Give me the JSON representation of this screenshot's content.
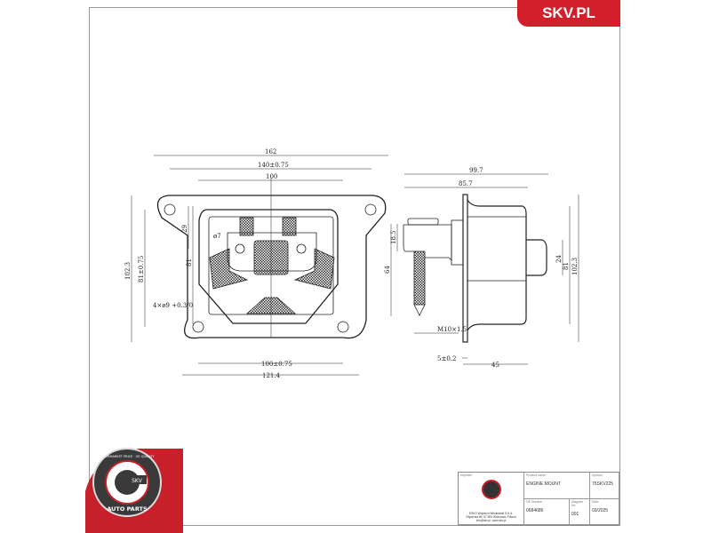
{
  "brand": {
    "logo_text": "SKV.PL",
    "color": "#d21f2b"
  },
  "front_view": {
    "dimensions": [
      "162",
      "140±0.75",
      "100",
      "102.3",
      "81±0.75",
      "81",
      "29",
      "ø7",
      "4×ø9 +0.3/0",
      "100±0.75",
      "121.4"
    ]
  },
  "side_view": {
    "dimensions": [
      "99.7",
      "85.7",
      "18.5",
      "64",
      "24",
      "81",
      "102.3",
      "M10×1.5",
      "5±0.2",
      "45"
    ]
  },
  "title_block": {
    "importer_label": "Importer",
    "importer_lines": [
      "ESKO Wojciech Wiśniewski S.K.A.",
      "Papiernia 65, 67-900 Wschowa, Poland",
      "info@skv.pl, www.skv.pl"
    ],
    "product_name_label": "Product name",
    "product_name": "ENGINE MOUNT",
    "symbol_label": "Symbol",
    "symbol": "75SKV225",
    "oe_label": "OE Number",
    "oe": "0684686",
    "diagram_label": "Diagram No",
    "diagram": "001",
    "date_label": "Date",
    "date": "03/2025"
  },
  "seal": {
    "top_text": "AFTERMARKET PRICE · OE QUALITY",
    "center_text": "SKV",
    "bottom_text": "AUTO PARTS"
  }
}
